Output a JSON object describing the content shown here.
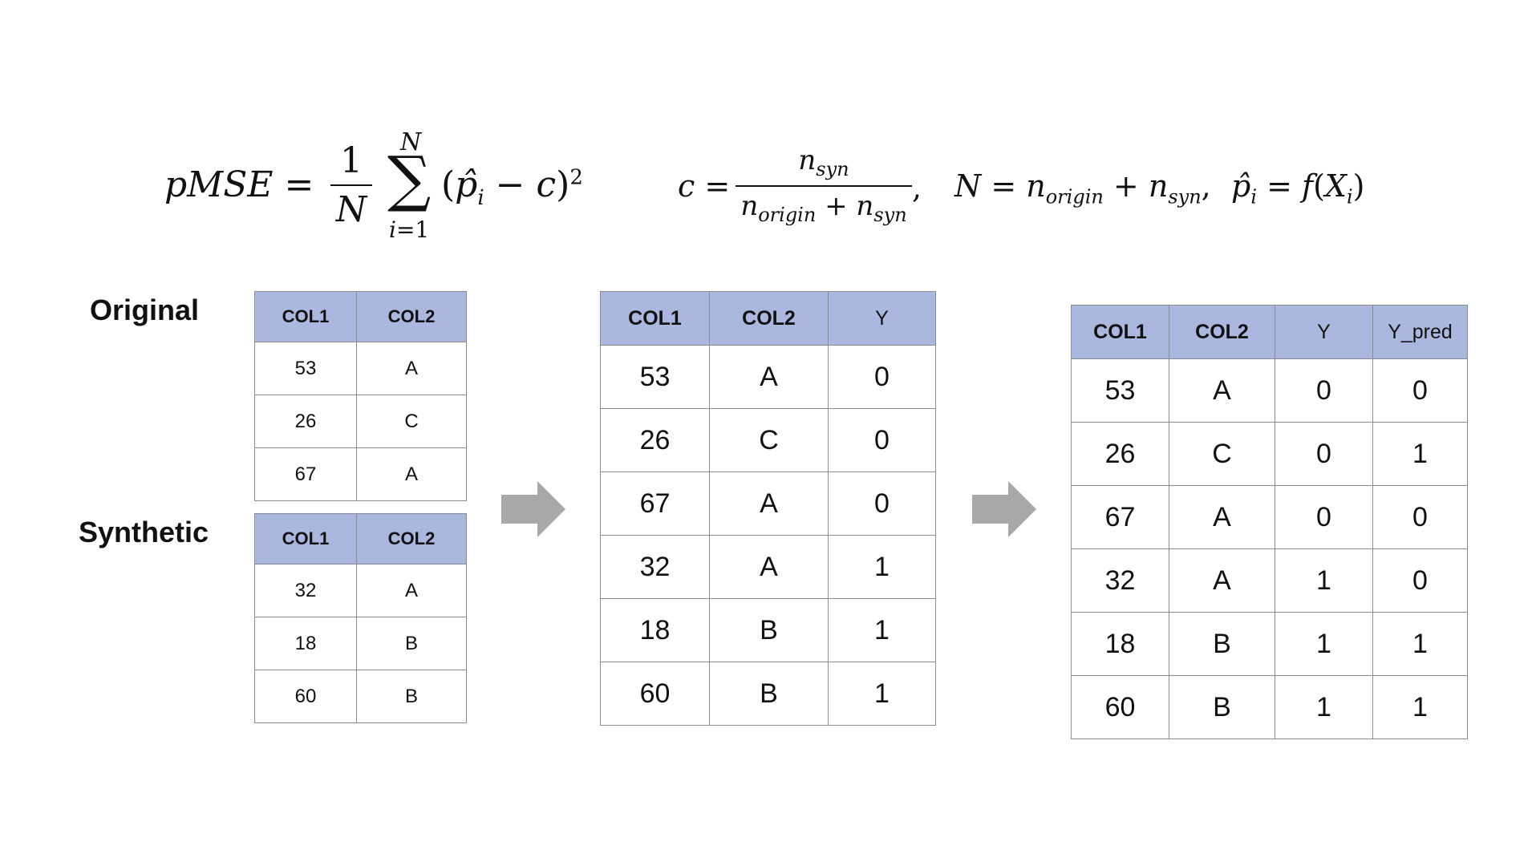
{
  "formulas": {
    "pmse": "pMSE = 1/N Σ_{i=1}^{N} (p̂_i − c)^2",
    "c_definition": "c = n_syn / (n_origin + n_syn)",
    "n_definition": "N = n_origin + n_syn",
    "p_definition": "p̂_i = f(X_i)"
  },
  "labels": {
    "original": "Original",
    "synthetic": "Synthetic"
  },
  "tables": {
    "original": {
      "headers": [
        "COL1",
        "COL2"
      ],
      "rows": [
        [
          "53",
          "A"
        ],
        [
          "26",
          "C"
        ],
        [
          "67",
          "A"
        ]
      ]
    },
    "synthetic": {
      "headers": [
        "COL1",
        "COL2"
      ],
      "rows": [
        [
          "32",
          "A"
        ],
        [
          "18",
          "B"
        ],
        [
          "60",
          "B"
        ]
      ]
    },
    "combined": {
      "headers": [
        "COL1",
        "COL2",
        "Y"
      ],
      "rows": [
        [
          "53",
          "A",
          "0"
        ],
        [
          "26",
          "C",
          "0"
        ],
        [
          "67",
          "A",
          "0"
        ],
        [
          "32",
          "A",
          "1"
        ],
        [
          "18",
          "B",
          "1"
        ],
        [
          "60",
          "B",
          "1"
        ]
      ]
    },
    "predicted": {
      "headers": [
        "COL1",
        "COL2",
        "Y",
        "Y_pred"
      ],
      "rows": [
        [
          "53",
          "A",
          "0",
          "0"
        ],
        [
          "26",
          "C",
          "0",
          "1"
        ],
        [
          "67",
          "A",
          "0",
          "0"
        ],
        [
          "32",
          "A",
          "1",
          "0"
        ],
        [
          "18",
          "B",
          "1",
          "1"
        ],
        [
          "60",
          "B",
          "1",
          "1"
        ]
      ]
    }
  },
  "colors": {
    "header_fill": "#aab8df",
    "arrow_fill": "#aaa7a7",
    "cell_border": "#8c8c8c"
  },
  "icons": [
    "arrow-right-icon",
    "arrow-right-icon"
  ]
}
